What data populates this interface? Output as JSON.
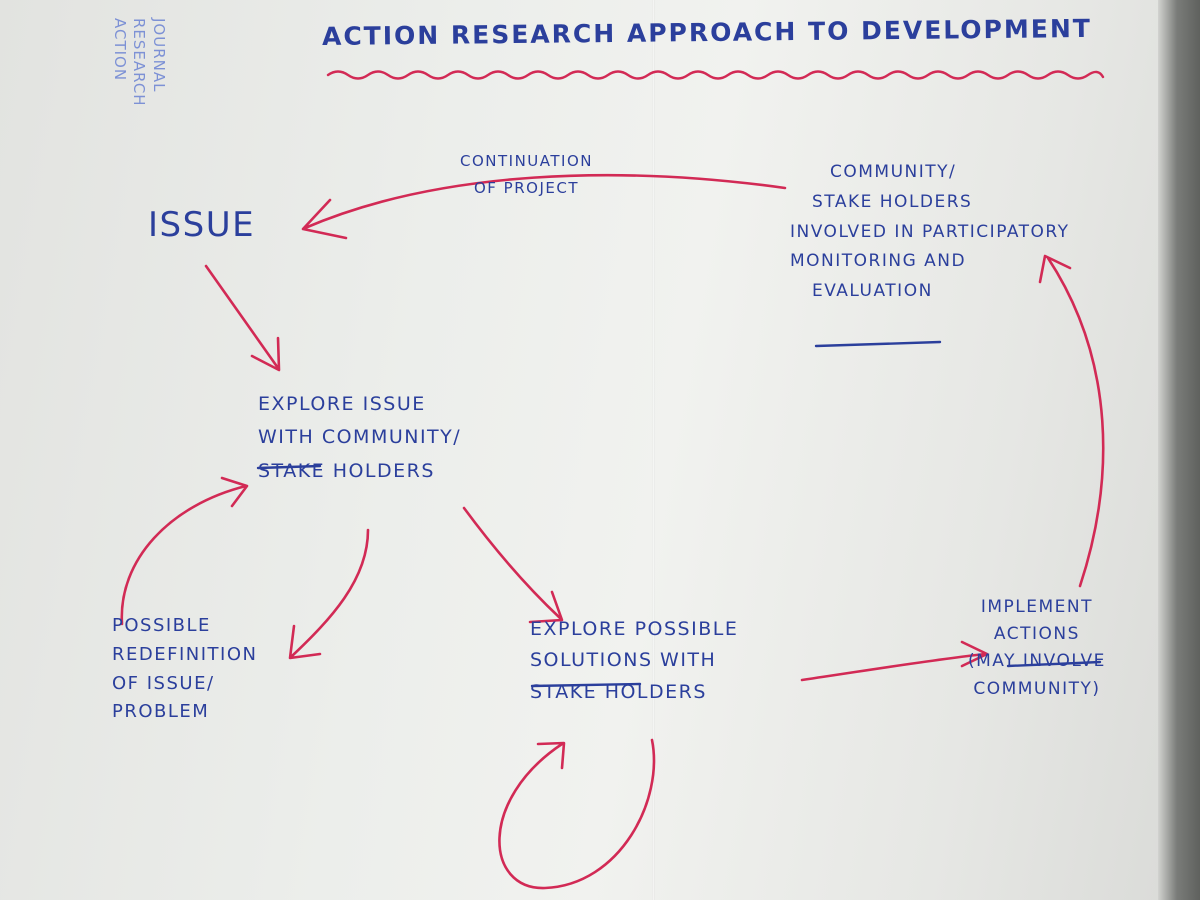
{
  "title": "Action Research Approach to Development",
  "side_note": [
    "Journal",
    "Research",
    "Action"
  ],
  "nodes": {
    "issue": "Issue",
    "explore_issue": [
      "Explore Issue",
      "With Community/",
      "Stake Holders"
    ],
    "redefinition": [
      "Possible",
      "Redefinition",
      "of Issue/",
      "Problem"
    ],
    "explore_solutions": [
      "Explore Possible",
      "Solutions with",
      "Stake Holders"
    ],
    "implement": [
      "Implement",
      "Actions",
      "(may involve",
      "community)"
    ],
    "community": [
      "Community/",
      "Stake Holders",
      "involved in participatory",
      "monitoring and",
      "evaluation"
    ]
  },
  "edge_labels": {
    "continuation": [
      "Continuation",
      "of Project"
    ]
  },
  "colors": {
    "ink_blue": "#2b3f9c",
    "ink_red": "#d22a55",
    "note_blue": "#6b83d3",
    "paper": "#eceeeb"
  }
}
